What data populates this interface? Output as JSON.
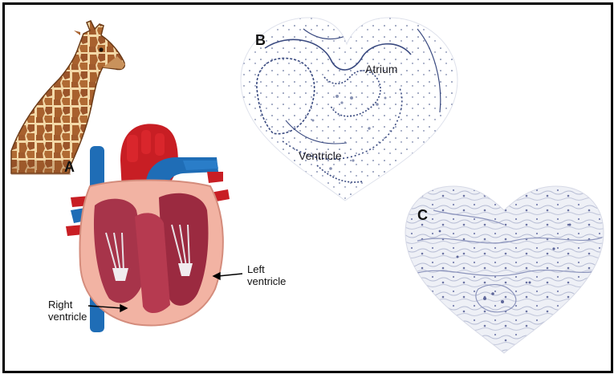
{
  "panels": {
    "a": "A",
    "b": "B",
    "c": "C"
  },
  "labels": {
    "left_ventricle_line1": "Left",
    "left_ventricle_line2": "ventricle",
    "right_ventricle_line1": "Right",
    "right_ventricle_line2": "ventricle",
    "atrium": "Atrium",
    "ventricle": "Ventricle"
  },
  "colors": {
    "frame": "#000000",
    "heart_red": "#c81e24",
    "heart_blue": "#1f6db6",
    "myocardium": "#f2b3a3",
    "chamber": "#a7344a",
    "giraffe": "#c07a3c",
    "stain": "#3a4a80"
  },
  "icons": [
    "giraffe-illustration",
    "heart-anatomy-illustration",
    "heart-shaped-histology-b",
    "heart-shaped-histology-c"
  ]
}
